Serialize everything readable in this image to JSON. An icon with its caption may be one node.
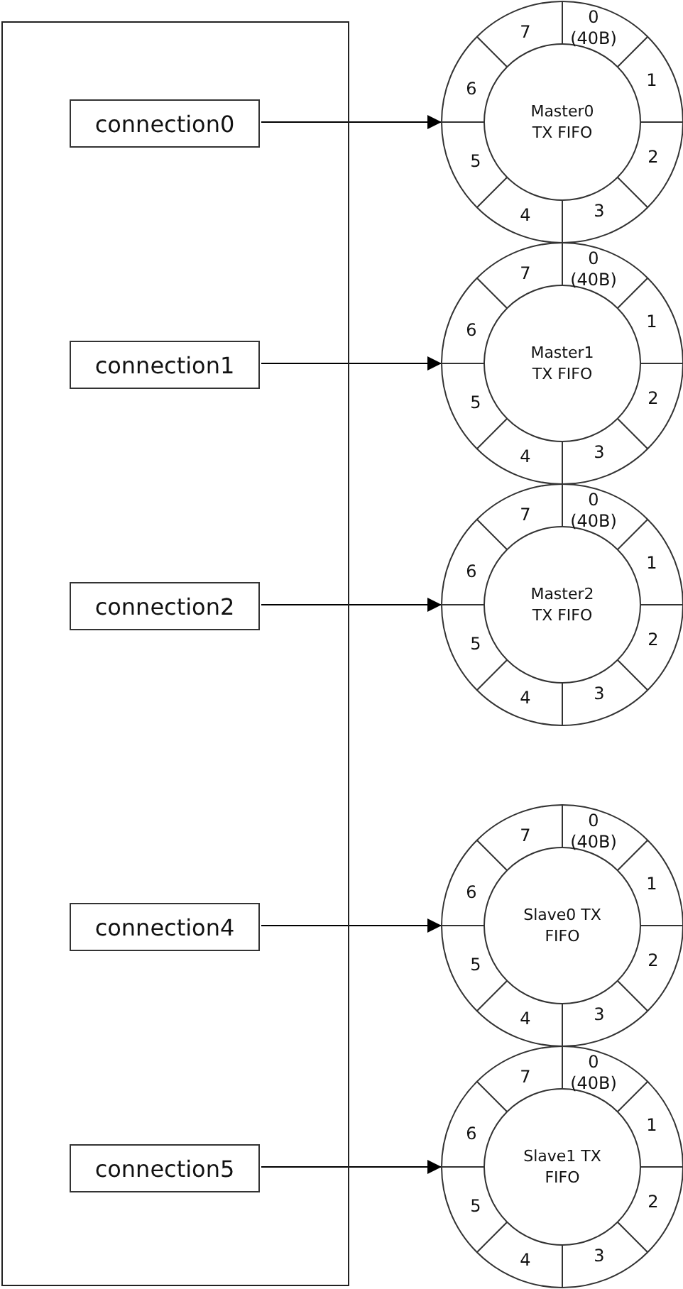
{
  "diagram": {
    "nodes": [
      {
        "text": [],
        "shape": "box"
      },
      {
        "text": [
          "connection0"
        ],
        "in": 0
      },
      {
        "text": [
          "connection1"
        ],
        "in": 0
      },
      {
        "text": [
          "connection2"
        ],
        "in": 0
      },
      {
        "text": [
          "connection4"
        ],
        "in": 0
      },
      {
        "text": [
          "connection5"
        ],
        "in": 0
      },
      {
        "text": [
          "7",
          "0 (40B)",
          "6",
          "1",
          "Master0 TX FIFO",
          "5",
          "2",
          "4",
          "3"
        ]
      },
      {
        "text": [
          "7",
          "0 (40B)",
          "6",
          "1",
          "Master1 TX FIFO",
          "5",
          "2",
          "4",
          "3"
        ]
      },
      {
        "text": [
          "7",
          "0 (40B)",
          "6",
          "1",
          "Master2 TX FIFO",
          "5",
          "2",
          "4",
          "3"
        ]
      },
      {
        "text": [
          "7",
          "0 (40B)",
          "6",
          "1",
          "Slave0 TX FIFO",
          "5",
          "2",
          "4",
          "3"
        ]
      },
      {
        "text": [
          "7",
          "0 (40B)",
          "6",
          "1",
          "Slave1 TX FIFO",
          "5",
          "2",
          "4",
          "3"
        ]
      }
    ],
    "edges": [
      {
        "from": 1,
        "to": 6,
        "arrow": "to"
      },
      {
        "from": 2,
        "to": 7,
        "arrow": "to"
      },
      {
        "from": 3,
        "to": 8,
        "arrow": "to"
      },
      {
        "from": 4,
        "to": 9,
        "arrow": "to"
      },
      {
        "from": 5,
        "to": 10,
        "arrow": "to"
      }
    ]
  }
}
